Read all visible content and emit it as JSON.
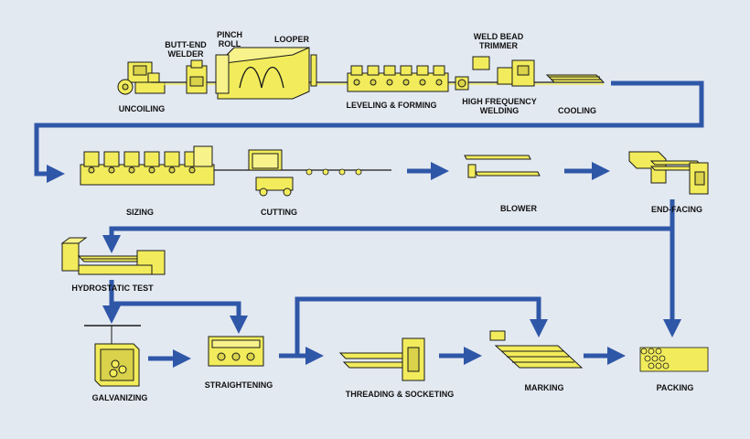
{
  "labels": {
    "uncoiling": "UNCOILING",
    "butt_end_welder": "BUTT-END\nWELDER",
    "pinch_roll": "PINCH\nROLL",
    "looper": "LOOPER",
    "leveling_forming": "LEVELING & FORMING",
    "weld_bead_trimmer": "WELD BEAD\nTRIMMER",
    "high_frequency_welding": "HIGH FREQUENCY\nWELDING",
    "cooling": "COOLING",
    "sizing": "SIZING",
    "cutting": "CUTTING",
    "blower": "BLOWER",
    "end_facing": "END-FACING",
    "hydrostatic_test": "HYDROSTATIC TEST",
    "galvanizing": "GALVANIZING",
    "straightening": "STRAIGHTENING",
    "threading_socketing": "THREADING & SOCKETING",
    "marking": "MARKING",
    "packing": "PACKING"
  },
  "colors": {
    "background": "#e3e9f1",
    "machine": "#f2ec5c",
    "machine_outline": "#1a1a1a",
    "flow_arrow": "#2f57a8",
    "text": "#111111"
  }
}
